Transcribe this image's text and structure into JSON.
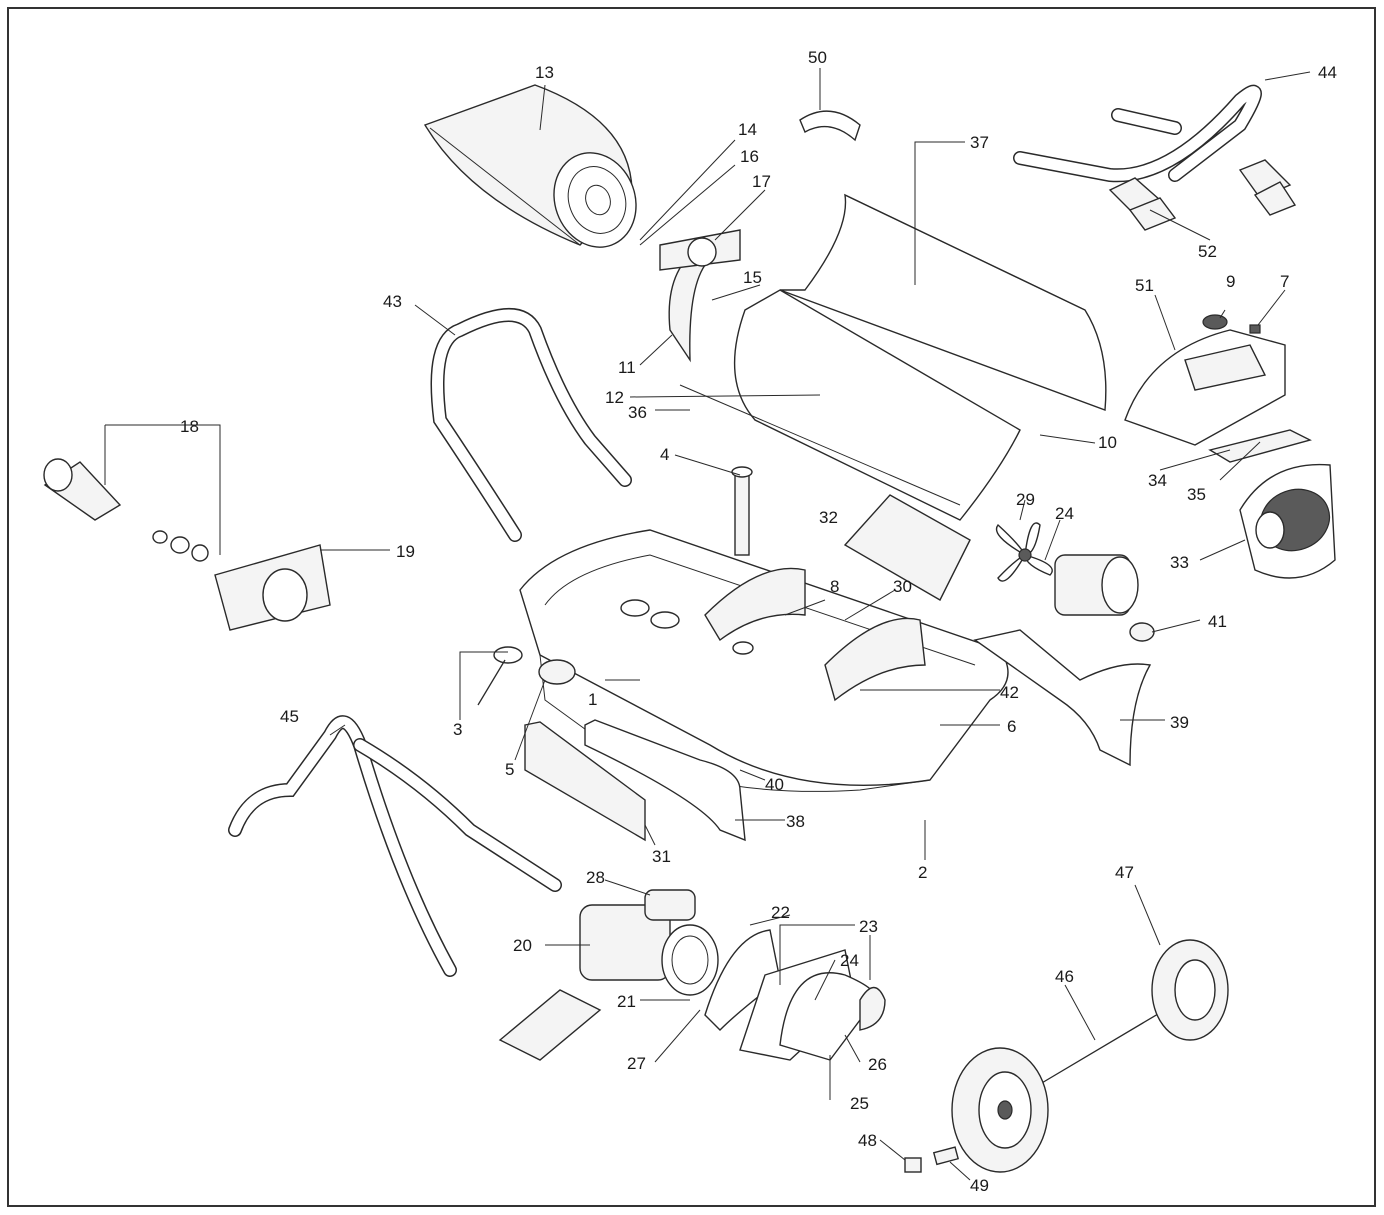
{
  "diagram": {
    "border_color": "#333333",
    "line_color": "#2a2a2a",
    "labels": [
      "1",
      "2",
      "3",
      "4",
      "5",
      "6",
      "7",
      "8",
      "9",
      "10",
      "11",
      "12",
      "13",
      "14",
      "15",
      "16",
      "17",
      "18",
      "19",
      "20",
      "21",
      "22",
      "23",
      "24",
      "24",
      "25",
      "26",
      "27",
      "28",
      "29",
      "30",
      "31",
      "32",
      "33",
      "34",
      "35",
      "36",
      "37",
      "38",
      "39",
      "40",
      "41",
      "42",
      "43",
      "44",
      "45",
      "46",
      "47",
      "48",
      "49",
      "50",
      "51",
      "52"
    ]
  }
}
